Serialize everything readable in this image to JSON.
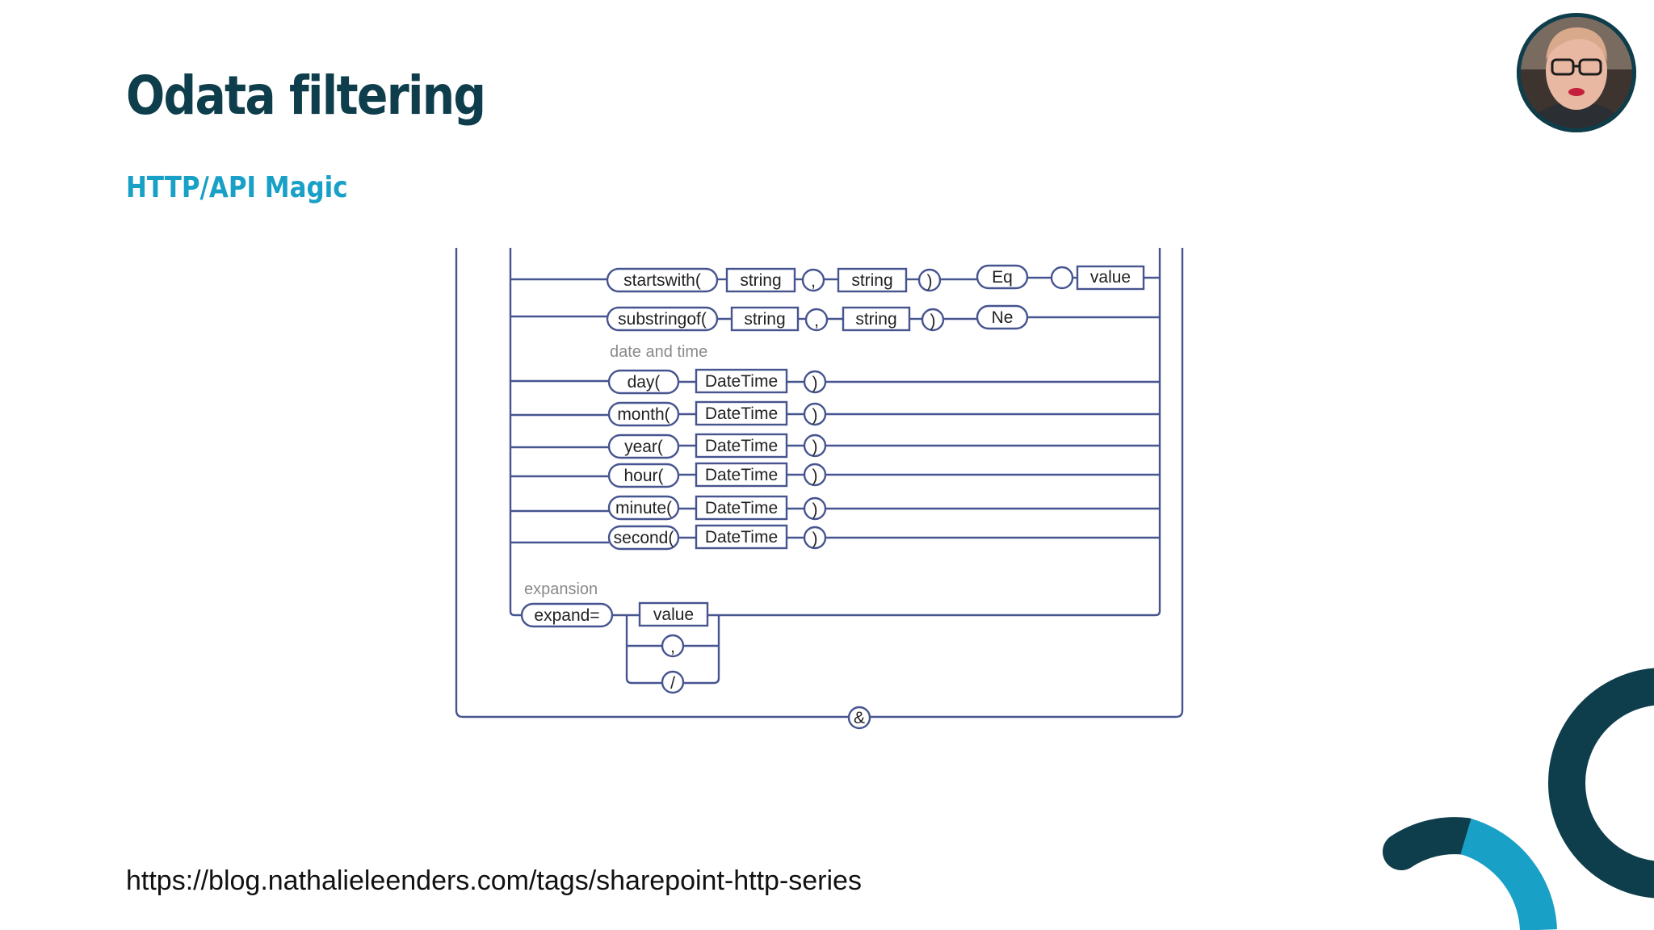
{
  "slide": {
    "title": "Odata filtering",
    "subtitle": "HTTP/API Magic",
    "footer_url": "https://blog.nathalieleenders.com/tags/sharepoint-http-series"
  },
  "colors": {
    "title": "#0e3d4b",
    "subtitle": "#18a0c6",
    "diagram_line": "#46548f",
    "deco_dark": "#0e3d4b",
    "deco_light": "#18a0c6"
  },
  "diagram": {
    "string_functions": [
      {
        "func": "startswith(",
        "arg1": "string",
        "sep": ",",
        "arg2": "string",
        "close": ")"
      },
      {
        "func": "substringof(",
        "arg1": "string",
        "sep": ",",
        "arg2": "string",
        "close": ")"
      }
    ],
    "operators": {
      "eq": "Eq",
      "ne": "Ne",
      "value": "value"
    },
    "category_date": "date and time",
    "date_functions": [
      {
        "func": "day(",
        "arg": "DateTime",
        "close": ")"
      },
      {
        "func": "month(",
        "arg": "DateTime",
        "close": ")"
      },
      {
        "func": "year(",
        "arg": "DateTime",
        "close": ")"
      },
      {
        "func": "hour(",
        "arg": "DateTime",
        "close": ")"
      },
      {
        "func": "minute(",
        "arg": "DateTime",
        "close": ")"
      },
      {
        "func": "second(",
        "arg": "DateTime",
        "close": ")"
      }
    ],
    "category_expansion": "expansion",
    "expand": {
      "keyword": "expand=",
      "value": "value",
      "comma": ",",
      "slash": "/"
    },
    "ampersand": "&"
  },
  "icons": {
    "avatar": "presenter-avatar-icon",
    "decor": "arc-decoration-icon"
  }
}
